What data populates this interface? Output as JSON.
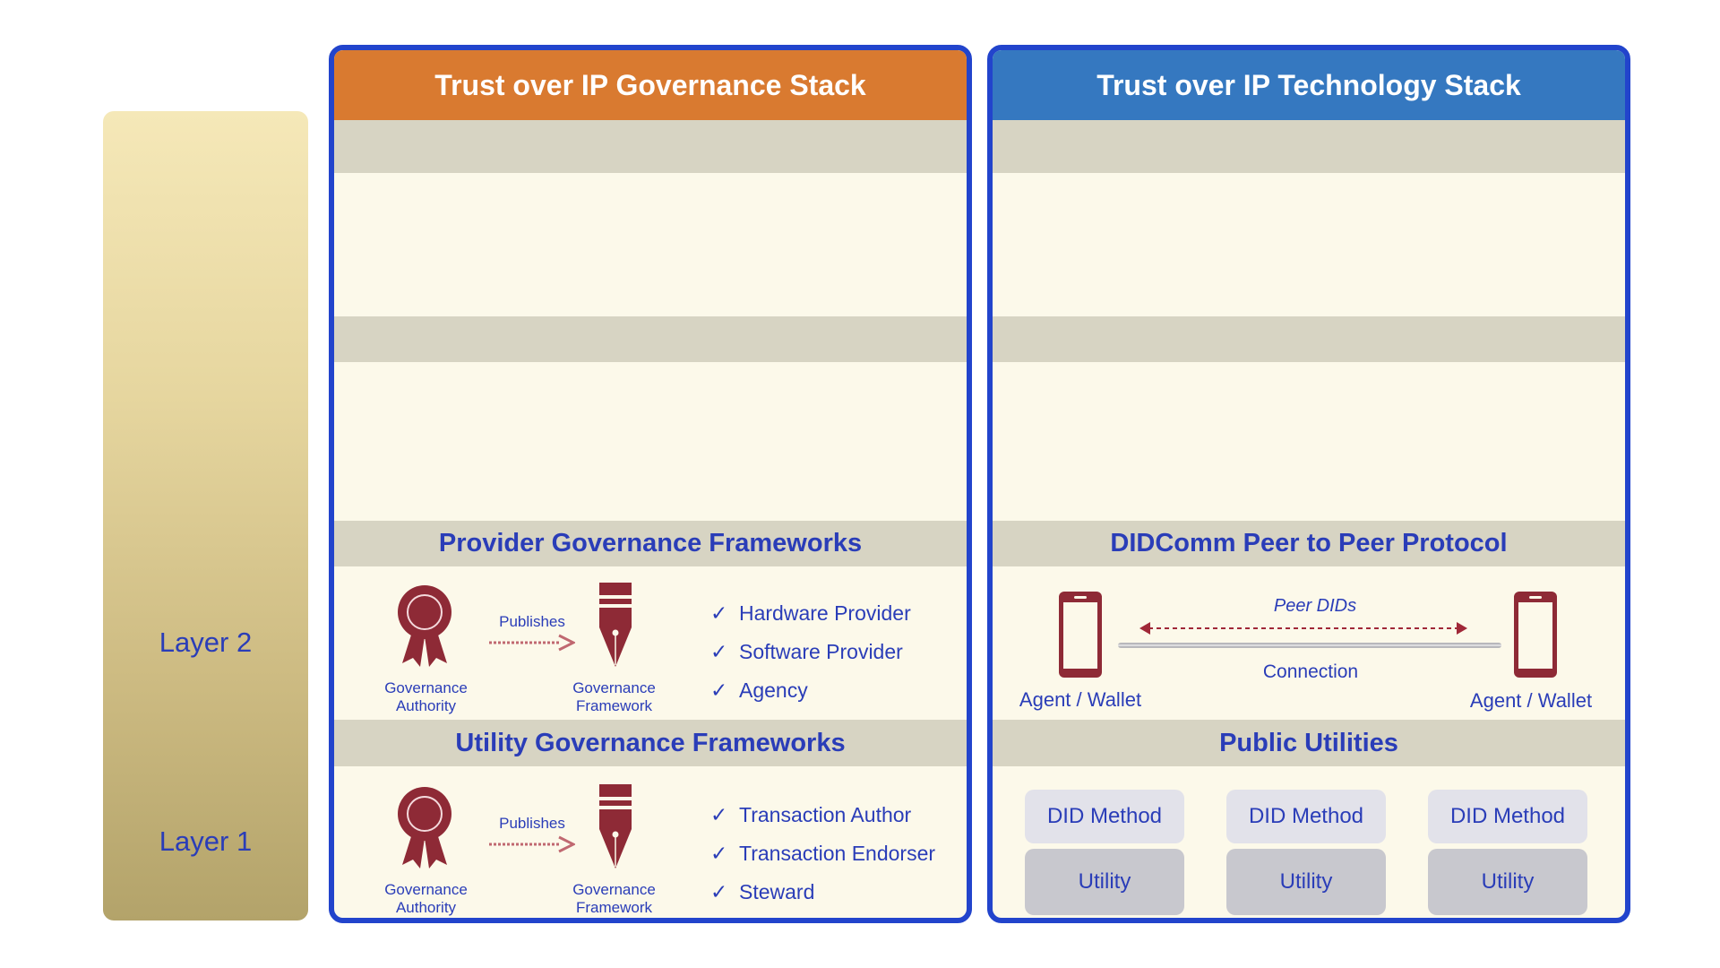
{
  "layers": {
    "layer2": "Layer 2",
    "layer1": "Layer 1"
  },
  "governance": {
    "title": "Trust over IP Governance Stack",
    "provider": {
      "title": "Provider Governance Frameworks",
      "authority_label_1": "Governance",
      "authority_label_2": "Authority",
      "publishes": "Publishes",
      "framework_label_1": "Governance",
      "framework_label_2": "Framework",
      "items": [
        "Hardware Provider",
        "Software Provider",
        "Agency"
      ]
    },
    "utility": {
      "title": "Utility Governance Frameworks",
      "authority_label_1": "Governance",
      "authority_label_2": "Authority",
      "publishes": "Publishes",
      "framework_label_1": "Governance",
      "framework_label_2": "Framework",
      "items": [
        "Transaction Author",
        "Transaction Endorser",
        "Steward"
      ]
    }
  },
  "technology": {
    "title": "Trust over IP Technology Stack",
    "didcomm": {
      "title": "DIDComm Peer to Peer Protocol",
      "left_agent": "Agent / Wallet",
      "right_agent": "Agent / Wallet",
      "peer_dids": "Peer DIDs",
      "connection": "Connection"
    },
    "public_utilities": {
      "title": "Public Utilities",
      "did_methods": [
        "DID Method",
        "DID Method",
        "DID Method"
      ],
      "utilities": [
        "Utility",
        "Utility",
        "Utility"
      ]
    }
  },
  "colors": {
    "accent_blue": "#2a3db8",
    "border_blue": "#2244cc",
    "governance_header": "#d97a30",
    "technology_header": "#3578c0",
    "icon_red": "#8e2a36",
    "band": "#d7d4c3",
    "panel": "#fcf9ea"
  },
  "icons": {
    "authority": "award-ribbon-icon",
    "framework": "fountain-pen-icon",
    "arrow": "arrow-right-icon",
    "phone": "mobile-phone-icon",
    "check": "check-mark-icon"
  }
}
